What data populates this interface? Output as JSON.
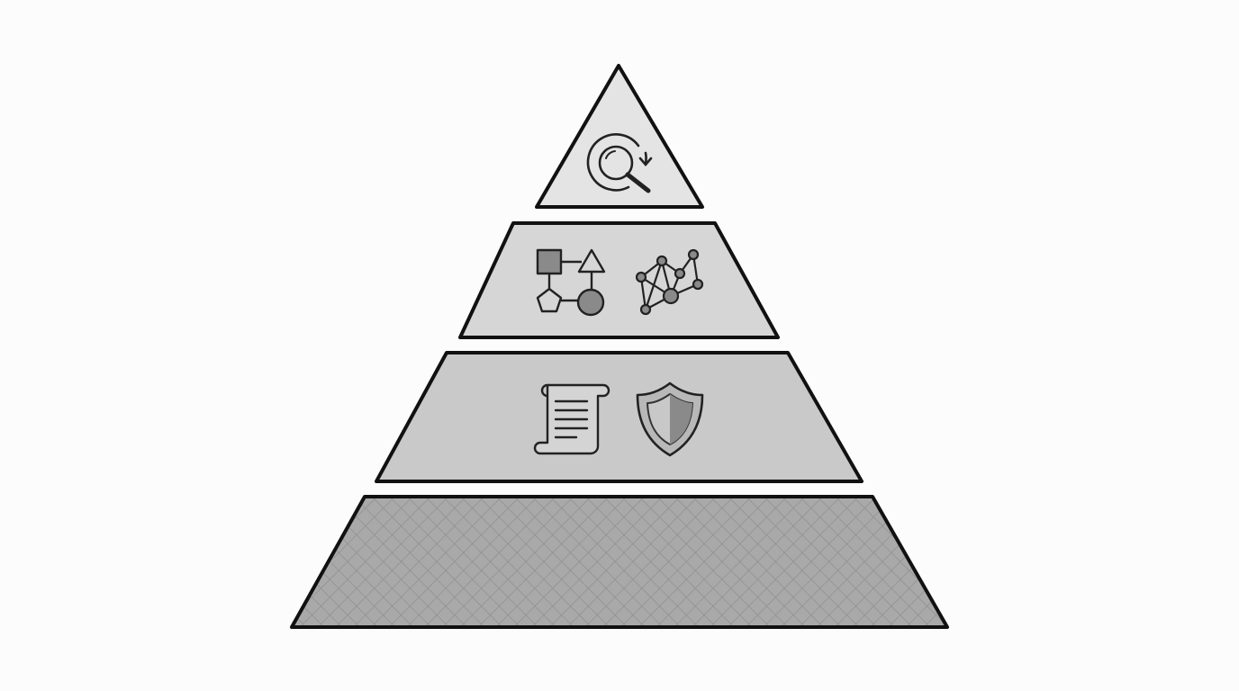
{
  "diagram": {
    "type": "pyramid",
    "tiers": [
      {
        "level": "top",
        "icons": [
          "search-refresh-icon"
        ],
        "fill": "#e4e4e4"
      },
      {
        "level": "upper-middle",
        "icons": [
          "shapes-flowchart-icon",
          "network-graph-icon"
        ],
        "fill": "#d6d6d6"
      },
      {
        "level": "lower-middle",
        "icons": [
          "document-scroll-icon",
          "shield-icon"
        ],
        "fill": "#c9c9c9"
      },
      {
        "level": "base",
        "icons": [],
        "fill": "#a8a8a8",
        "pattern": "crosshatch"
      }
    ],
    "colors": {
      "background": "#fcfcfc",
      "outline": "#111111",
      "icon_stroke": "#222222",
      "icon_fill_dark": "#8a8a8a"
    }
  }
}
